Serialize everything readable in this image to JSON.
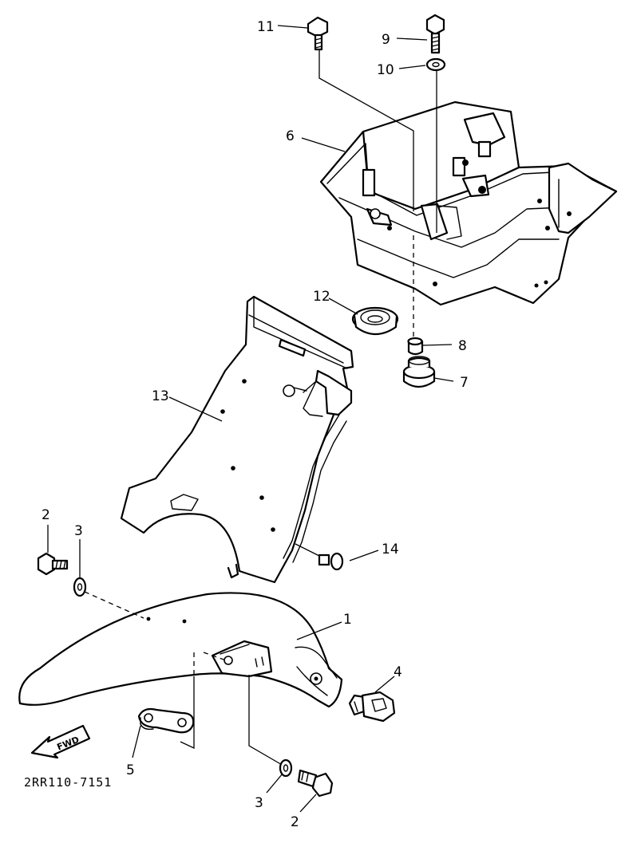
{
  "diagram_code": "2RR110-7151",
  "fwd_label": "FWD",
  "callouts": {
    "c1": "1",
    "c2a": "2",
    "c2b": "2",
    "c3a": "3",
    "c3b": "3",
    "c4": "4",
    "c5": "5",
    "c6": "6",
    "c7": "7",
    "c8": "8",
    "c9": "9",
    "c10": "10",
    "c11": "11",
    "c12": "12",
    "c13": "13",
    "c14": "14"
  },
  "colors": {
    "ink": "#000000",
    "paper": "#ffffff"
  }
}
